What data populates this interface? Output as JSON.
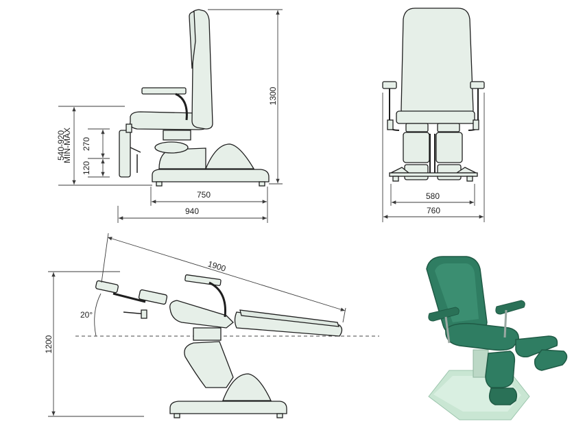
{
  "colors": {
    "upholstery": "#e6efe8",
    "photo_green": "#2f7d62",
    "base_photo": "#bfe0cc",
    "outline": "#1e1e1e"
  },
  "dimensions": {
    "total_height": "1300",
    "seat_height_range": "540-920",
    "seat_height_note": "MIN-MAX",
    "armrest_height": "270",
    "seat_thickness": "120",
    "base_length": "750",
    "total_depth": "940",
    "inner_width": "580",
    "total_width": "760",
    "reclined_length": "1900",
    "reclined_height": "1200",
    "backrest_angle": "20°"
  }
}
